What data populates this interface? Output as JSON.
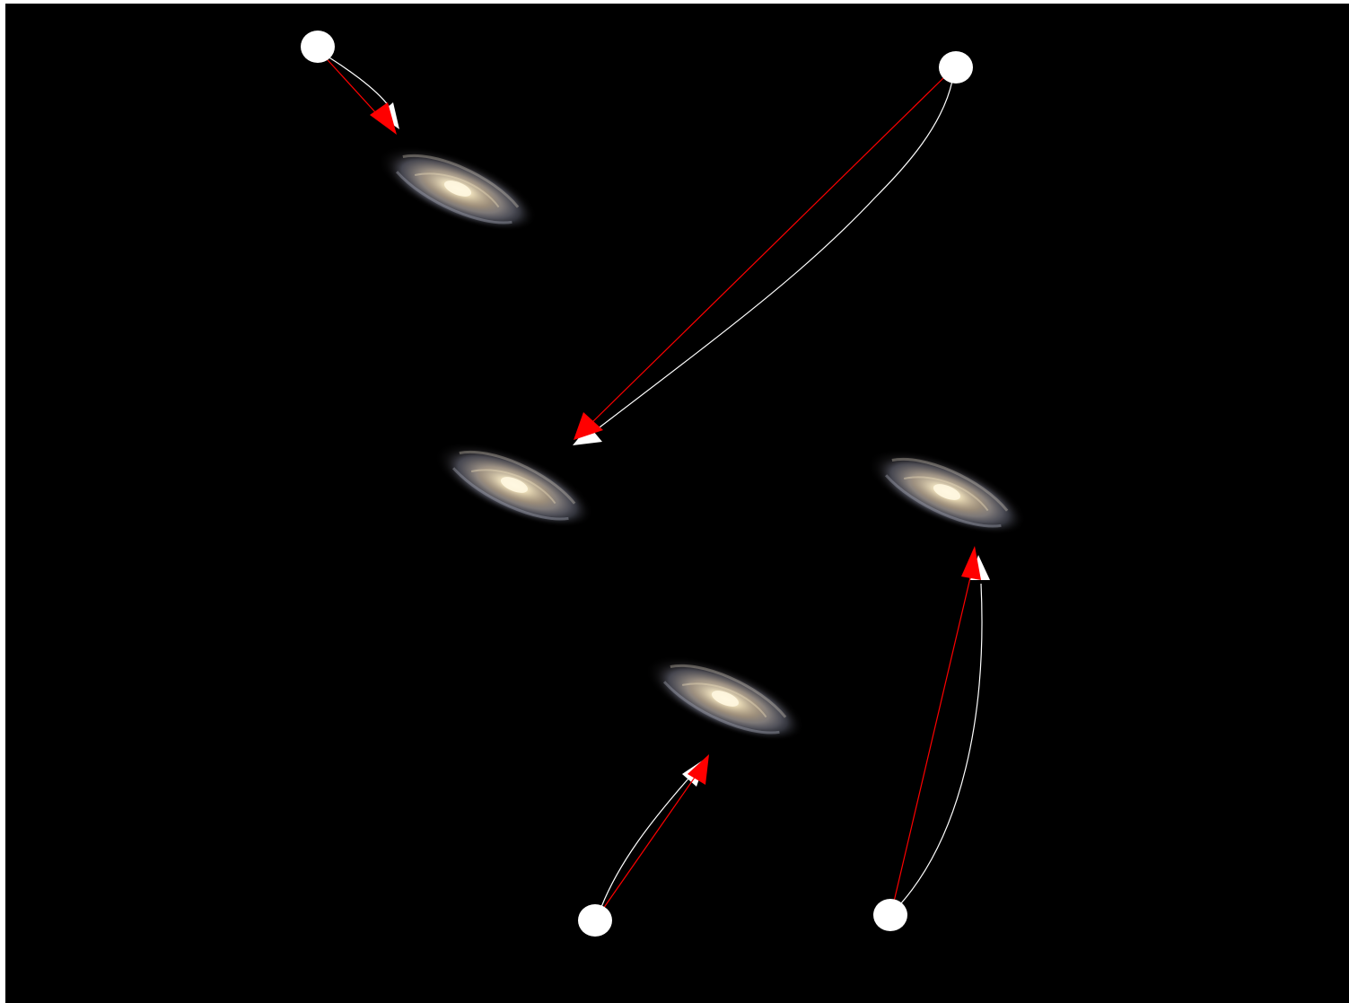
{
  "scene": {
    "background_color": "#000000",
    "observer_color": "#ffffff",
    "straight_path_color": "#ff0000",
    "curved_path_color": "#ffffff",
    "galaxy_count": 4,
    "observer_count": 4,
    "pair_count": 4,
    "galaxies": [
      {
        "id": "galaxy-1",
        "icon": "spiral-galaxy-icon"
      },
      {
        "id": "galaxy-2",
        "icon": "spiral-galaxy-icon"
      },
      {
        "id": "galaxy-3",
        "icon": "spiral-galaxy-icon"
      },
      {
        "id": "galaxy-4",
        "icon": "spiral-galaxy-icon"
      }
    ],
    "observers": [
      {
        "id": "observer-1",
        "icon": "white-dot-icon"
      },
      {
        "id": "observer-2",
        "icon": "white-dot-icon"
      },
      {
        "id": "observer-3",
        "icon": "white-dot-icon"
      },
      {
        "id": "observer-4",
        "icon": "white-dot-icon"
      }
    ]
  }
}
